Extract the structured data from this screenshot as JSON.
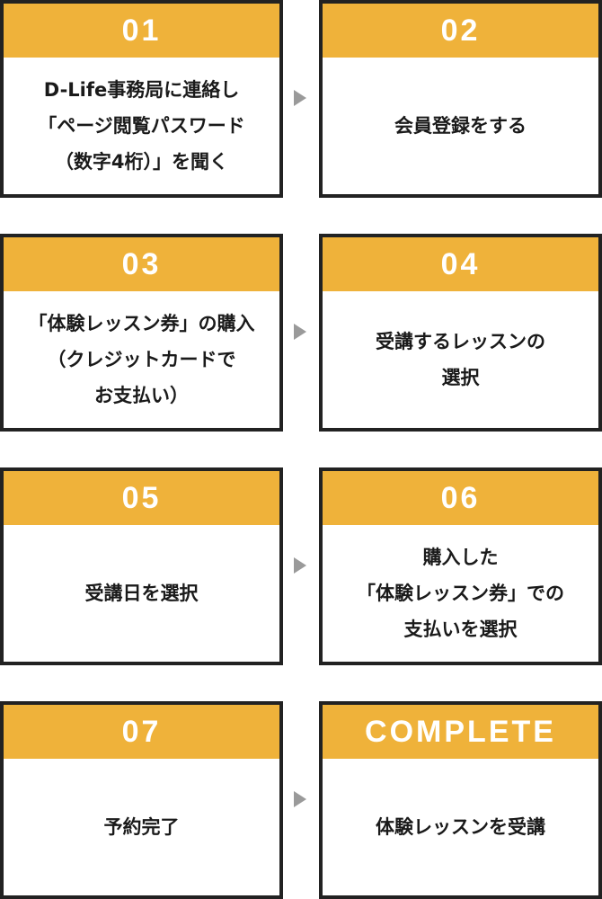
{
  "colors": {
    "header_bg": "#efb23a",
    "header_text": "#ffffff",
    "border": "#222222",
    "arrow": "#9a9a9a",
    "body_text": "#1a1a1a"
  },
  "steps": [
    {
      "label": "01",
      "text": "D-Life事務局に連絡し\n「ページ閲覧パスワード\n（数字4桁）」を聞く"
    },
    {
      "label": "02",
      "text": "会員登録をする"
    },
    {
      "label": "03",
      "text": "「体験レッスン券」の購入\n（クレジットカードで\nお支払い）"
    },
    {
      "label": "04",
      "text": "受講するレッスンの\n選択"
    },
    {
      "label": "05",
      "text": "受講日を選択"
    },
    {
      "label": "06",
      "text": "購入した\n「体験レッスン券」での\n支払いを選択"
    },
    {
      "label": "07",
      "text": "予約完了"
    },
    {
      "label": "COMPLETE",
      "text": "体験レッスンを受講"
    }
  ],
  "arrow_icon": "triangle-right-icon"
}
